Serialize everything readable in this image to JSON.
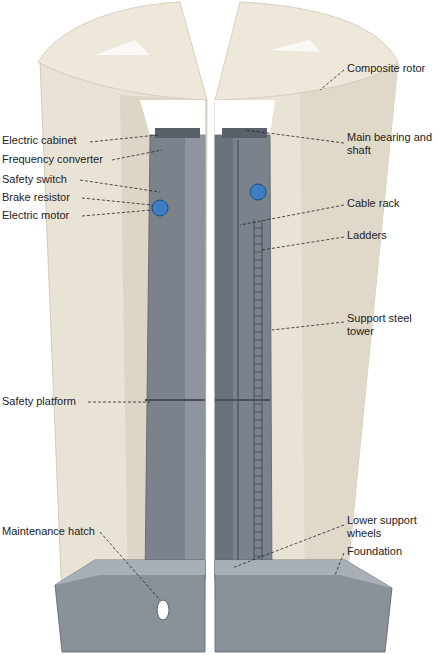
{
  "diagram": {
    "labels": [
      "Electric cabinet",
      "Frequency converter",
      "Safety switch",
      "Brake resistor",
      "Electric motor",
      "Safety platform",
      "Maintenance hatch",
      "Composite rotor",
      "Main bearing and shaft",
      "Cable rack",
      "Ladders",
      "Support steel tower",
      "Lower support wheels",
      "Foundation"
    ]
  }
}
